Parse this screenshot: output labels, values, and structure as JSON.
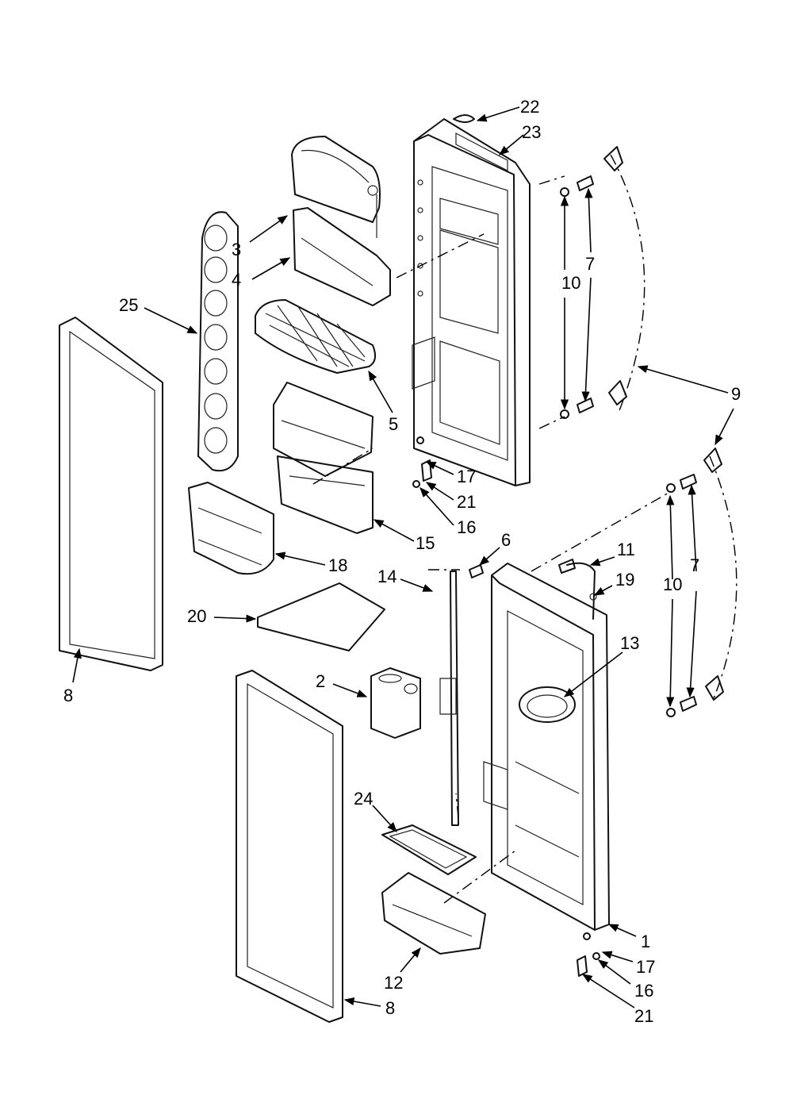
{
  "callouts": [
    "1",
    "2",
    "3",
    "4",
    "5",
    "6",
    "7",
    "8",
    "9",
    "10",
    "11",
    "12",
    "13",
    "14",
    "15",
    "16",
    "17",
    "18",
    "19",
    "20",
    "21",
    "22",
    "23",
    "24",
    "25"
  ],
  "labels": {
    "c22": "22",
    "c23": "23",
    "c3": "3",
    "c4": "4",
    "c25": "25",
    "c5": "5",
    "c10a": "10",
    "c7a": "7",
    "c9": "9",
    "c17a": "17",
    "c21a": "21",
    "c16a": "16",
    "c15": "15",
    "c18": "18",
    "c6": "6",
    "c14": "14",
    "c11": "11",
    "c19": "19",
    "c20": "20",
    "c8a": "8",
    "c10b": "10",
    "c7b": "7",
    "c13": "13",
    "c2": "2",
    "c24": "24",
    "c1": "1",
    "c17b": "17",
    "c12": "12",
    "c16b": "16",
    "c8b": "8",
    "c21b": "21"
  }
}
